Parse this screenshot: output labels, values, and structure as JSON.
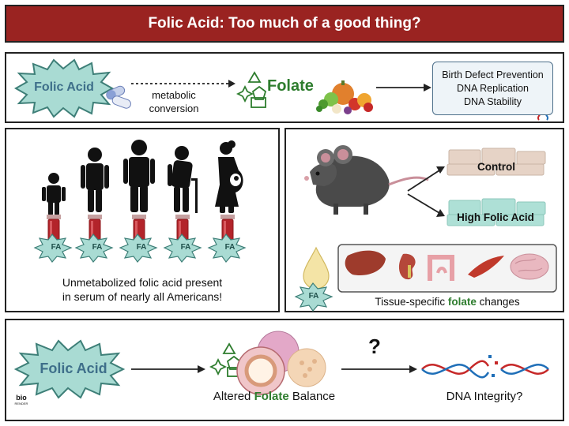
{
  "title": "Folic Acid: Too much of a good thing?",
  "top_panel": {
    "folic_acid_label": "Folic Acid",
    "conversion_line1": "metabolic",
    "conversion_line2": "conversion",
    "folate_label": "Folate",
    "outcomes": [
      "Birth Defect Prevention",
      "DNA Replication",
      "DNA Stability"
    ]
  },
  "left_panel": {
    "badge": "FA",
    "caption_line1": "Unmetabolized folic acid present",
    "caption_line2": "in serum of nearly all Americans!"
  },
  "right_panel": {
    "control_label": "Control",
    "high_label": "High Folic Acid",
    "badge": "FA",
    "caption_pre": "Tissue-specific ",
    "caption_highlight": "folate",
    "caption_post": " changes"
  },
  "bottom_panel": {
    "folic_acid_label": "Folic Acid",
    "question": "?",
    "altered_pre": "Altered ",
    "altered_highlight": "Folate",
    "altered_post": " Balance",
    "dna_label": "DNA Integrity?"
  },
  "logo": {
    "line1": "bio",
    "line2": "RENDER"
  },
  "colors": {
    "title_bg": "#9a2321",
    "starburst_fill": "#a9dbd3",
    "starburst_stroke": "#3e7f78",
    "folate_green": "#2e7d2e",
    "blood_red": "#b3242a",
    "control_block": "#e6d3c6",
    "high_block": "#aee0d6"
  }
}
